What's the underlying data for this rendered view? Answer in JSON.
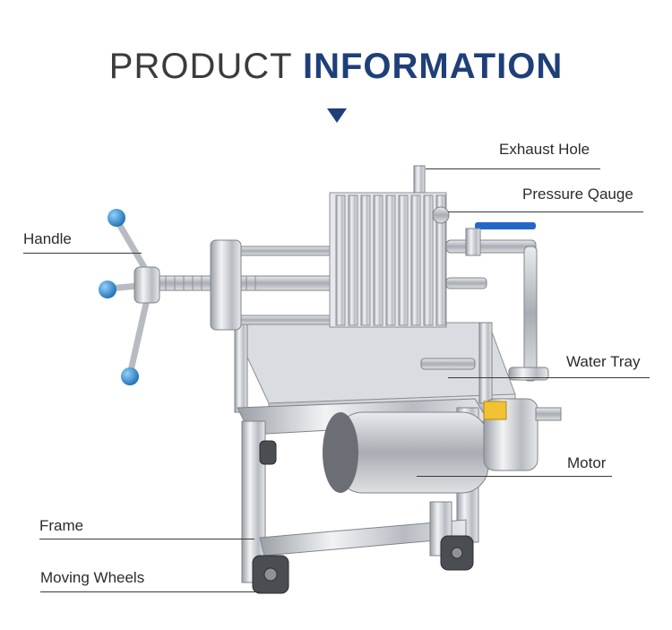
{
  "heading": {
    "light": "PRODUCT",
    "bold": "INFORMATION"
  },
  "colors": {
    "accent": "#1f3f78",
    "knob": "#2a86c8",
    "valve": "#2567c9"
  },
  "labels": {
    "exhaust_hole": "Exhaust Hole",
    "pressure_gauge": "Pressure Qauge",
    "handle": "Handle",
    "water_tray": "Water Tray",
    "motor": "Motor",
    "frame": "Frame",
    "moving_wheels": "Moving Wheels"
  }
}
